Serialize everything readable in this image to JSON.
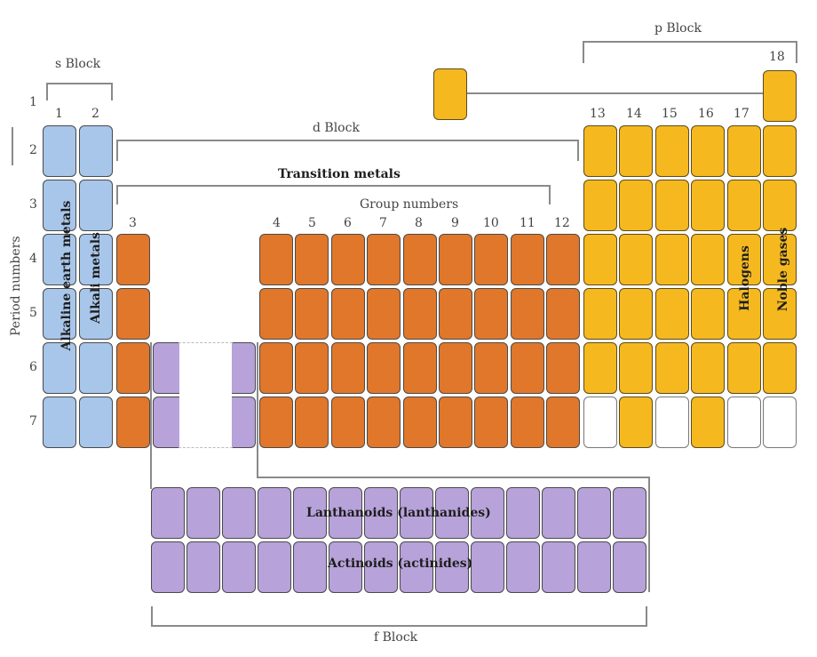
{
  "colors": {
    "s_block": "#a7c6ea",
    "d_block": "#e0772a",
    "p_block": "#f5b91f",
    "f_block": "#b7a2d9",
    "empty": "#ffffff"
  },
  "blocks": {
    "s": "s Block",
    "p": "p Block",
    "d": "d Block",
    "f": "f Block"
  },
  "headings": {
    "transition_metals": "Transition metals",
    "group_numbers": "Group numbers",
    "period_numbers": "Period numbers"
  },
  "group_labels": {
    "g1": "1",
    "g2": "2",
    "g3": "3",
    "g4": "4",
    "g5": "5",
    "g6": "6",
    "g7": "7",
    "g8": "8",
    "g9": "9",
    "g10": "10",
    "g11": "11",
    "g12": "12",
    "g13": "13",
    "g14": "14",
    "g15": "15",
    "g16": "16",
    "g17": "17",
    "g18": "18"
  },
  "period_labels": {
    "p1": "1",
    "p2": "2",
    "p3": "3",
    "p4": "4",
    "p5": "5",
    "p6": "6",
    "p7": "7"
  },
  "families": {
    "alkaline_earth": "Alkaline earth metals",
    "alkali": "Alkali metals",
    "halogens": "Halogens",
    "noble_gases": "Noble gases",
    "lanthanoids": "Lanthanoids (lanthanides)",
    "actinoids": "Actinoids (actinides)"
  },
  "period7_p_block_filled": [
    false,
    true,
    false,
    true,
    false,
    false
  ],
  "f_block_columns": 14
}
